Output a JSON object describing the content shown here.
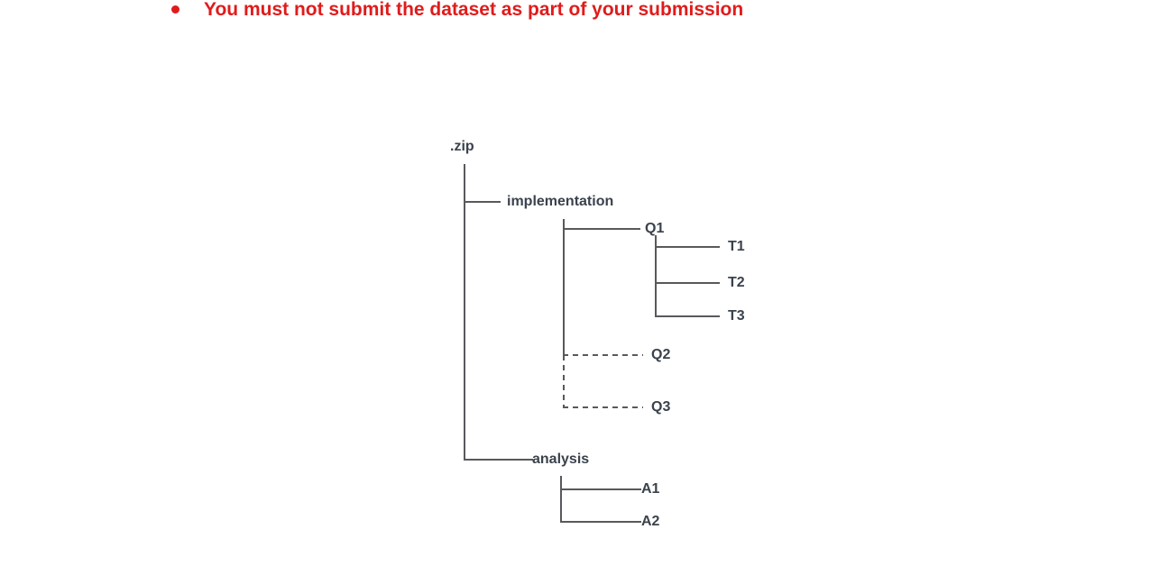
{
  "notice": {
    "text": "You must not submit the dataset as part of your submission",
    "color": "#e01b1b"
  },
  "tree": {
    "label": ".zip",
    "children": [
      {
        "label": "implementation",
        "children": [
          {
            "label": "Q1",
            "line_style": "solid",
            "children": [
              {
                "label": "T1",
                "line_style": "solid"
              },
              {
                "label": "T2",
                "line_style": "solid"
              },
              {
                "label": "T3",
                "line_style": "solid"
              }
            ]
          },
          {
            "label": "Q2",
            "line_style": "dashed"
          },
          {
            "label": "Q3",
            "line_style": "dashed"
          }
        ]
      },
      {
        "label": "analysis",
        "children": [
          {
            "label": "A1",
            "line_style": "solid"
          },
          {
            "label": "A2",
            "line_style": "solid"
          }
        ]
      }
    ]
  },
  "colors": {
    "notice_red": "#e01b1b",
    "line_gray": "#58595c",
    "label_dark": "#3a424c"
  }
}
